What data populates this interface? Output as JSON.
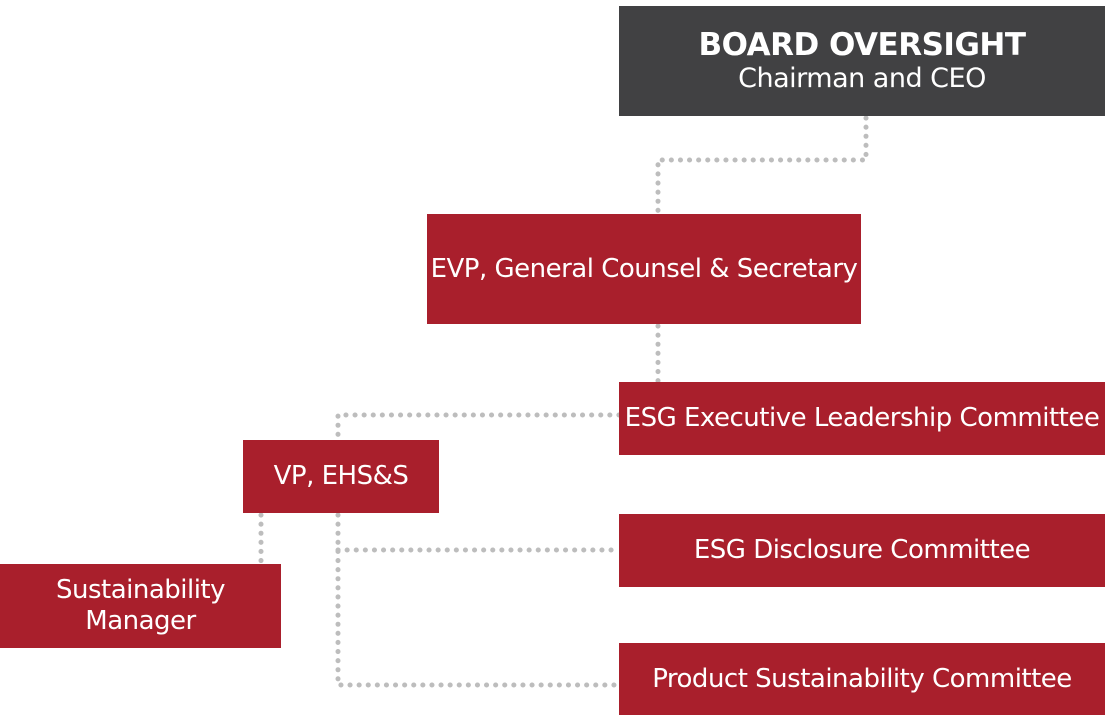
{
  "board": {
    "title": "BOARD OVERSIGHT",
    "subtitle": "Chairman and CEO"
  },
  "evp": {
    "label": "EVP, General Counsel & Secretary"
  },
  "esg_exec": {
    "label": "ESG Executive Leadership Committee"
  },
  "vp_ehss": {
    "label": "VP, EHS&S"
  },
  "esg_disclosure": {
    "label": "ESG Disclosure Committee"
  },
  "sustainability_manager": {
    "line1": "Sustainability",
    "line2": "Manager"
  },
  "product_committee": {
    "label": "Product Sustainability Committee"
  },
  "colors": {
    "red": "#a91f2c",
    "dark": "#414143",
    "connector": "#bdbdbd"
  }
}
